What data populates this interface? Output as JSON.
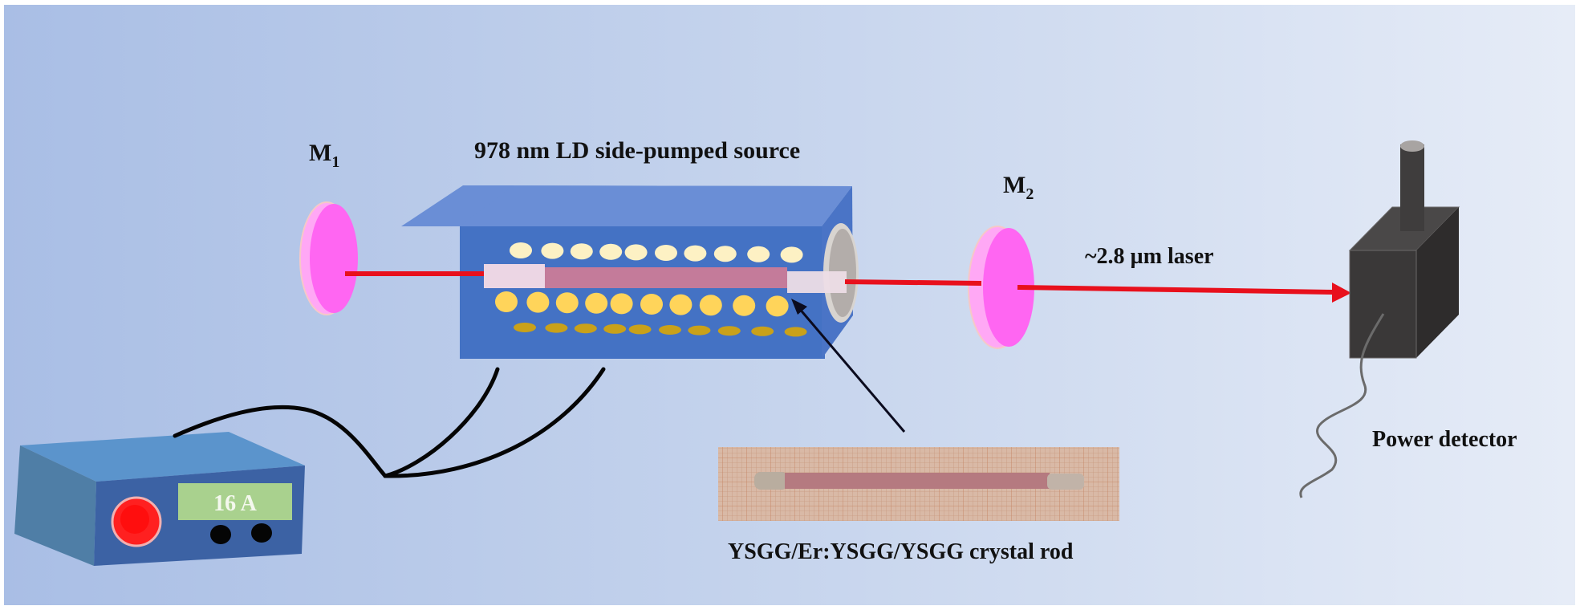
{
  "diagram": {
    "title": "Er:YSGG ~2.8 µm laser experimental setup",
    "colors": {
      "background_left": "#a9bee5",
      "background_right": "#e4eaf6",
      "mirror_pink": "#ff66f2",
      "laser_red": "#e8101c",
      "pump_box_blue": "#4472c4",
      "pump_box_top": "#6a8ed6",
      "rod_doped": "#c47b9a",
      "rod_undoped": "#ecd6e4",
      "diode_cream": "#fdf1c4",
      "diode_yellow": "#ffd45a",
      "diode_gold": "#c9a11a",
      "power_supply_blue": "#3f66a8",
      "detector_dark": "#3a3838",
      "display_green": "#a9d18e",
      "button_red": "#ff1a1a"
    },
    "labels": {
      "mirror1_main": "M",
      "mirror1_sub": "1",
      "mirror2_main": "M",
      "mirror2_sub": "2",
      "pump_source": "978 nm LD side-pumped source",
      "laser_output": "~2.8 µm laser",
      "detector": "Power detector",
      "crystal_rod": "YSGG/Er:YSGG/YSGG crystal rod",
      "current_display": "16 A"
    },
    "components": [
      {
        "id": "M1",
        "type": "input mirror"
      },
      {
        "id": "pump-module",
        "type": "978 nm LD side-pumped source"
      },
      {
        "id": "crystal",
        "type": "YSGG/Er:YSGG/YSGG composite rod"
      },
      {
        "id": "M2",
        "type": "output coupler"
      },
      {
        "id": "detector",
        "type": "power detector"
      },
      {
        "id": "power-supply",
        "type": "current driver",
        "setting": "16 A"
      }
    ]
  }
}
